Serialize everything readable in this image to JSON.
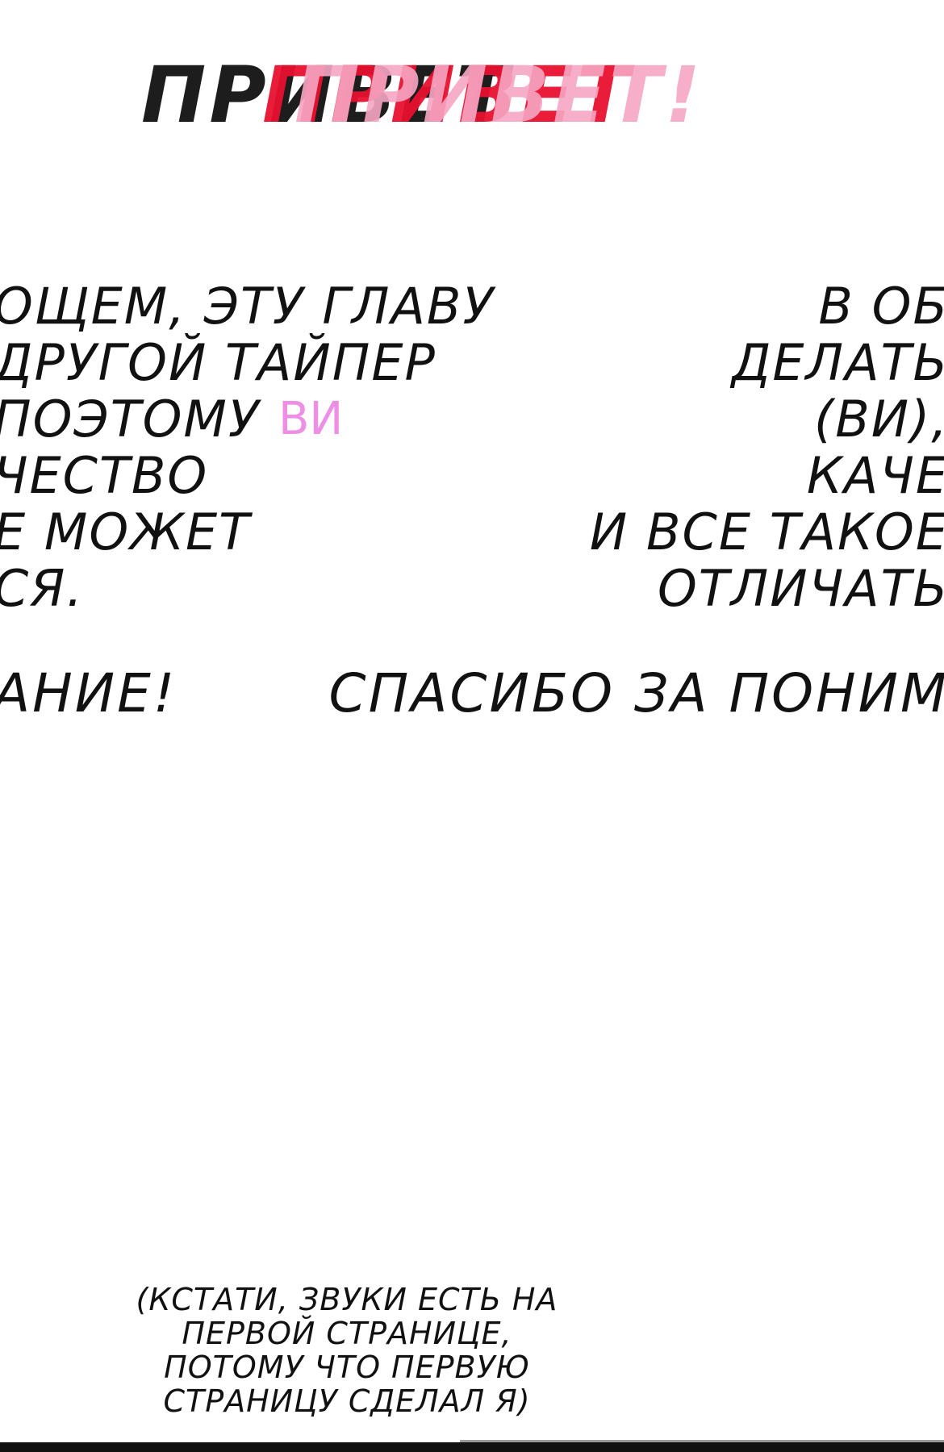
{
  "title": {
    "dark": "ПРИВЕТ",
    "red": "ПРИВЕТ",
    "pink": "ПРИВЕТ!"
  },
  "left_block": {
    "lines": [
      "ОЩЕМ, ЭТУ ГЛАВУ",
      "ДРУГОЙ ТАЙПЕР",
      "ПОЭТОМУ",
      "ЧЕСТВО",
      "Е МОЖЕТ",
      "СЯ."
    ],
    "annotation": "ВИ"
  },
  "right_block": {
    "lines": [
      "В ОБ",
      "ДЕЛАТЬ",
      "(ВИ),",
      "КАЧЕ",
      "И ВСЕ ТАКОЕ",
      "ОТЛИЧАТЬ"
    ]
  },
  "thanks": {
    "left": "АНИЕ!",
    "right": "СПАСИБО ЗА ПОНИМ"
  },
  "note": {
    "lines": [
      "(КСТАТИ, ЗВУКИ ЕСТЬ НА",
      "ПЕРВОЙ СТРАНИЦЕ,",
      "ПОТОМУ ЧТО ПЕРВУЮ",
      "СТРАНИЦУ СДЕЛАЛ Я)"
    ]
  },
  "colors": {
    "ink": "#111111",
    "title_red": "#e8102f",
    "title_pink": "#f7a6c4",
    "annotation": "#ee8fe6"
  }
}
